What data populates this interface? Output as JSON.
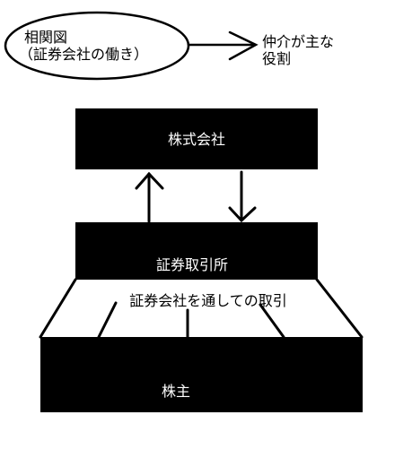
{
  "diagram": {
    "title_line1": "相関図",
    "title_line2": "（証券会社の働き）",
    "note_line1": "仲介が主な",
    "note_line2": "役割",
    "node_company": "株式会社",
    "node_exchange": "証券取引所",
    "caption_via_broker": "証券会社を通しての取引",
    "node_shareholders": "株主"
  },
  "colors": {
    "box_fill": "#000000",
    "box_text": "#ffffff",
    "line": "#000000",
    "background": "#ffffff"
  }
}
